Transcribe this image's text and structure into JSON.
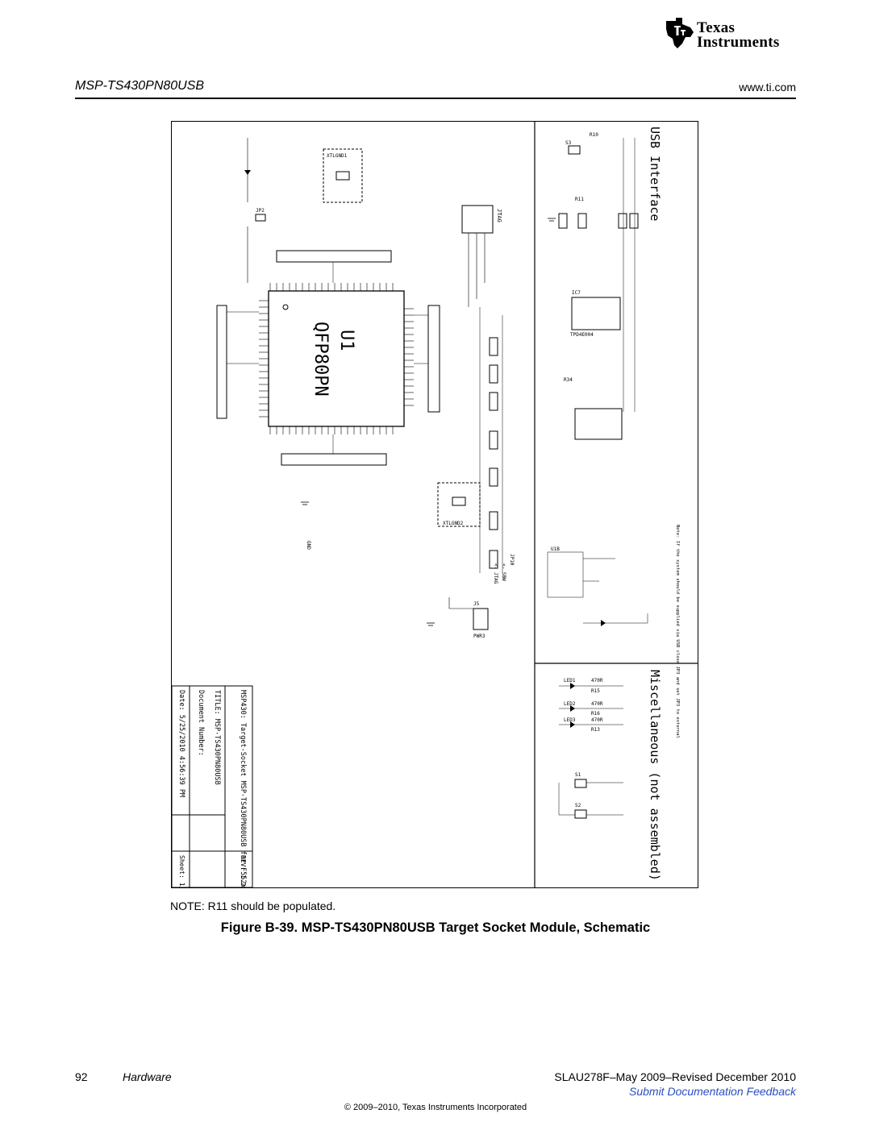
{
  "header": {
    "logo_line1": "Texas",
    "logo_line2": "Instruments",
    "doc_title": "MSP-TS430PN80USB",
    "site": "www.ti.com"
  },
  "schematic": {
    "ic_label": "U1",
    "package_label": "QFP80PN",
    "usb_title": "USB Interface",
    "misc_title": "Miscellaneous (not assembled)",
    "tpd_label": "TPD4E004",
    "usb_note": "Note: If the system should be supplied via USB close JP3 and set JP3 to external",
    "title_block": {
      "name": "MSP430: Target-Socket MSP-TS430PN80USB for F552x",
      "title": "TITLE: MSP-TS430PN80USB",
      "docnum": "Document Number:",
      "date": "Date: 5/25/2010 4:56:39 PM",
      "rev": "REV: 1.2",
      "sheet": "Sheet: 1/1"
    },
    "labels": {
      "jtag": "JTAG",
      "pwr": "PWR3",
      "j5": "J5",
      "xtl1": "XTLGND1",
      "xtl2": "XTLGND2",
      "jp2": "JP2",
      "jp10": "JP10",
      "led1": "LED1",
      "led2": "LED2",
      "led3": "LED3",
      "s1": "S1",
      "s2": "S2",
      "s3": "S3",
      "u1b": "U1B",
      "r10": "R10",
      "r11": "R11",
      "r13": "R13",
      "r15": "R15",
      "r16": "R16",
      "r34": "R34",
      "gnd": "GND",
      "r470": "470R",
      "sbw": "<- SBW",
      "jtag_arrow": "<- JTAG",
      "ic7": "IC7"
    }
  },
  "note": "NOTE: R11 should be populated.",
  "caption": "Figure B-39. MSP-TS430PN80USB Target Socket Module, Schematic",
  "footer": {
    "page_number": "92",
    "section": "Hardware",
    "doc_id": "SLAU278F–May 2009–Revised December 2010",
    "feedback": "Submit Documentation Feedback",
    "copyright": "© 2009–2010, Texas Instruments Incorporated"
  }
}
